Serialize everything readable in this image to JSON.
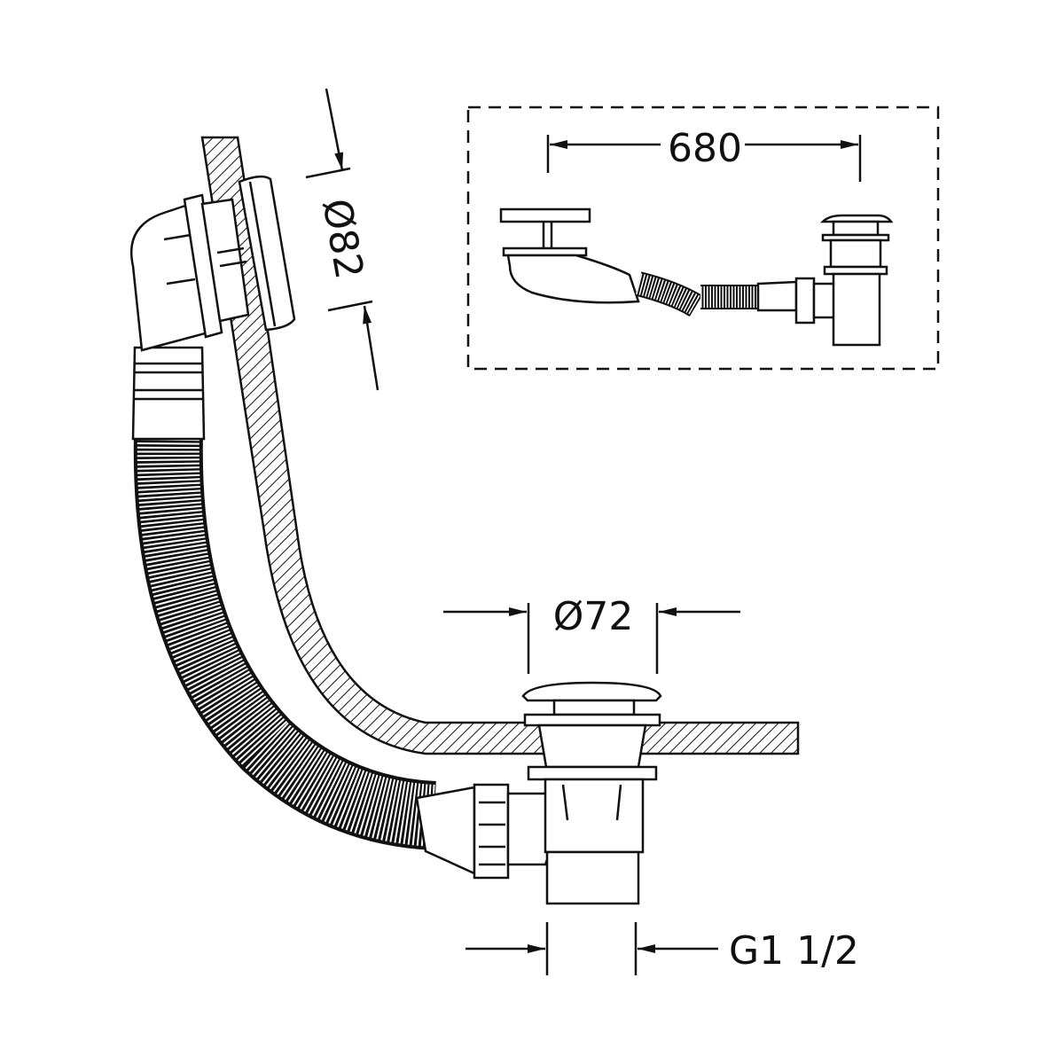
{
  "dimensions": {
    "inset_length": "680",
    "overflow_diameter": "Ø82",
    "drain_diameter": "Ø72",
    "thread_size": "G1 1/2"
  },
  "colors": {
    "line": "#111111",
    "background": "#ffffff"
  }
}
